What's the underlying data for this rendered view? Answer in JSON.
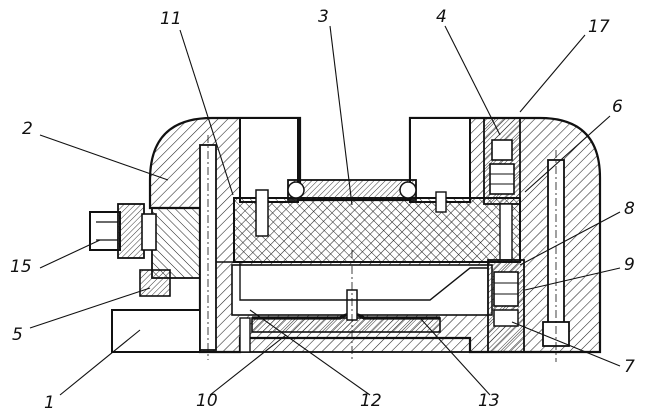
{
  "labels": [
    {
      "id": "1",
      "text": "1"
    },
    {
      "id": "2",
      "text": "2"
    },
    {
      "id": "3",
      "text": "3"
    },
    {
      "id": "4",
      "text": "4"
    },
    {
      "id": "5",
      "text": "5"
    },
    {
      "id": "6",
      "text": "6"
    },
    {
      "id": "7",
      "text": "7"
    },
    {
      "id": "8",
      "text": "8"
    },
    {
      "id": "9",
      "text": "9"
    },
    {
      "id": "10",
      "text": "10"
    },
    {
      "id": "11",
      "text": "11"
    },
    {
      "id": "12",
      "text": "12"
    },
    {
      "id": "13",
      "text": "13"
    },
    {
      "id": "15",
      "text": "15"
    },
    {
      "id": "17",
      "text": "17"
    }
  ],
  "colors": {
    "ink": "#111111",
    "paper": "#ffffff"
  }
}
